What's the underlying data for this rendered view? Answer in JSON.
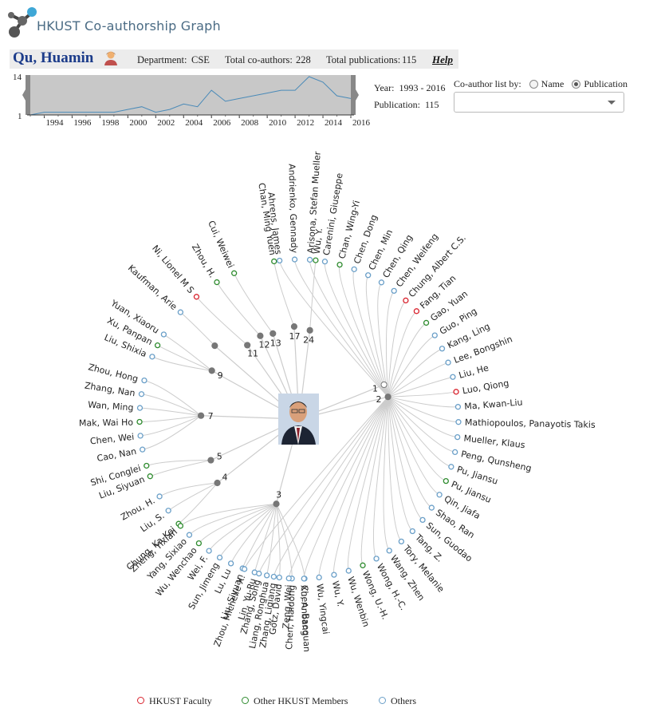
{
  "app": {
    "title": "HKUST Co-authorship Graph"
  },
  "person": {
    "name": "Qu, Huamin",
    "department_label": "Department:",
    "department": "CSE",
    "coauthors_label": "Total co-authors:",
    "coauthors": "228",
    "publications_label": "Total publications:",
    "publications": "115",
    "help": "Help"
  },
  "timeline": {
    "y_top": "14",
    "y_bottom": "1",
    "ticks": [
      "1994",
      "1996",
      "1998",
      "2000",
      "2002",
      "2004",
      "2006",
      "2008",
      "2010",
      "2012",
      "2014",
      "2016"
    ]
  },
  "chart_data": {
    "type": "area",
    "x": [
      1993,
      1994,
      1995,
      1996,
      1997,
      1998,
      1999,
      2000,
      2001,
      2002,
      2003,
      2004,
      2005,
      2006,
      2007,
      2008,
      2009,
      2010,
      2011,
      2012,
      2013,
      2014,
      2015,
      2016
    ],
    "values": [
      0,
      1,
      1,
      1,
      1,
      1,
      1,
      2,
      3,
      1,
      2,
      4,
      3,
      9,
      5,
      6,
      7,
      8,
      9,
      9,
      14,
      12,
      7,
      6
    ],
    "ylim": [
      1,
      14
    ],
    "grid": false
  },
  "summary": {
    "year_label": "Year:",
    "year_range": "1993 - 2016",
    "pub_label": "Publication:",
    "pub_value": "115"
  },
  "sort": {
    "label": "Co-author list by:",
    "options": [
      "Name",
      "Publication"
    ],
    "selected": "Publication"
  },
  "colors": {
    "faculty": "#d9232e",
    "member": "#2e8b2e",
    "other": "#6a9fc8",
    "hub": "#777777",
    "link": "#cccccc"
  },
  "groups": [
    {
      "count": "24",
      "authors": [
        {
          "name": "Wu, Y.",
          "t": "m"
        }
      ]
    },
    {
      "count": "17",
      "authors": [
        {
          "name": "Chan, Ming Yuen",
          "t": "m"
        }
      ]
    },
    {
      "count": "13",
      "authors": [
        {
          "name": "Cui, Weiwei",
          "t": "m"
        }
      ]
    },
    {
      "count": "12",
      "authors": [
        {
          "name": "Zhou, H.",
          "t": "m"
        }
      ]
    },
    {
      "count": "11",
      "authors": [
        {
          "name": "Ni, Lionel M S",
          "t": "f"
        }
      ]
    },
    {
      "count": "",
      "authors": [
        {
          "name": "Kaufman, Arie",
          "t": "o"
        }
      ]
    },
    {
      "count": "9",
      "authors": [
        {
          "name": "Yuan, Xiaoru",
          "t": "o"
        },
        {
          "name": "Xu, Panpan",
          "t": "m"
        },
        {
          "name": "Liu, Shixia",
          "t": "o"
        }
      ]
    },
    {
      "count": "7",
      "authors": [
        {
          "name": "Zhou, Hong",
          "t": "o"
        },
        {
          "name": "Zhang, Nan",
          "t": "o"
        },
        {
          "name": "Wan, Ming",
          "t": "o"
        },
        {
          "name": "Mak, Wai Ho",
          "t": "m"
        },
        {
          "name": "Chen, Wei",
          "t": "o"
        },
        {
          "name": "Cao, Nan",
          "t": "o"
        }
      ]
    },
    {
      "count": "5",
      "authors": [
        {
          "name": "Shi, Conglei",
          "t": "m"
        },
        {
          "name": "Liu, Siyuan",
          "t": "m"
        }
      ]
    },
    {
      "count": "4",
      "authors": [
        {
          "name": "Zhou, H.",
          "t": "o"
        },
        {
          "name": "Liu, S.",
          "t": "o"
        },
        {
          "name": "Chung, Ka-Kei",
          "t": "m"
        }
      ]
    },
    {
      "count": "3",
      "authors": [
        {
          "name": "Zheng, Yixian",
          "t": "m"
        },
        {
          "name": "Yang, Sixiao",
          "t": "o"
        },
        {
          "name": "Wu, Wenchao",
          "t": "m"
        },
        {
          "name": "Wei, F.",
          "t": "o"
        },
        {
          "name": "Sun, Jimeng",
          "t": "o"
        },
        {
          "name": "Lu, Lu",
          "t": "o"
        },
        {
          "name": "Liu, Siyuan",
          "t": "o"
        },
        {
          "name": "Lin, Yu-Ru",
          "t": "o"
        },
        {
          "name": "Liang, Ronghua",
          "t": "o"
        },
        {
          "name": "Gotz, David",
          "t": "o"
        },
        {
          "name": "Chen, Haidong",
          "t": "o"
        },
        {
          "name": "Chen, Baoquan",
          "t": "o"
        }
      ]
    },
    {
      "count": "1",
      "authors": []
    },
    {
      "count": "2",
      "authors": [
        {
          "name": "Ahrens, James",
          "t": "o"
        },
        {
          "name": "Andrienko, Gennady",
          "t": "o"
        },
        {
          "name": "Arisona, Stefan Mueller",
          "t": "o"
        },
        {
          "name": "Carenini, Giuseppe",
          "t": "o"
        },
        {
          "name": "Chan, Wing-Yi",
          "t": "m"
        },
        {
          "name": "Chen, Dong",
          "t": "o"
        },
        {
          "name": "Chen, Min",
          "t": "o"
        },
        {
          "name": "Chen, Qing",
          "t": "o"
        },
        {
          "name": "Chen, Weifeng",
          "t": "o"
        },
        {
          "name": "Chung, Albert C.S.",
          "t": "f"
        },
        {
          "name": "Fang, Tian",
          "t": "f"
        },
        {
          "name": "Gao, Yuan",
          "t": "m"
        },
        {
          "name": "Guo, Ping",
          "t": "o"
        },
        {
          "name": "Kang, Ling",
          "t": "o"
        },
        {
          "name": "Lee, Bongshin",
          "t": "o"
        },
        {
          "name": "Liu, He",
          "t": "o"
        },
        {
          "name": "Luo, Qiong",
          "t": "f"
        },
        {
          "name": "Ma, Kwan-Liu",
          "t": "o"
        },
        {
          "name": "Mathiopoulos, Panayotis Takis",
          "t": "o"
        },
        {
          "name": "Mueller, Klaus",
          "t": "o"
        },
        {
          "name": "Peng, Qunsheng",
          "t": "o"
        },
        {
          "name": "Pu, Jiansu",
          "t": "o"
        },
        {
          "name": "Pu, Jiansu",
          "t": "m"
        },
        {
          "name": "Qin, Jiafa",
          "t": "o"
        },
        {
          "name": "Shao, Ran",
          "t": "o"
        },
        {
          "name": "Sun, Guodao",
          "t": "o"
        },
        {
          "name": "Tang, Z.",
          "t": "o"
        },
        {
          "name": "Tory, Melanie",
          "t": "o"
        },
        {
          "name": "Wang, Zhen",
          "t": "o"
        },
        {
          "name": "Wong, H.-C.",
          "t": "o"
        },
        {
          "name": "Wong, U.-H.",
          "t": "m"
        },
        {
          "name": "Wu, Wenbin",
          "t": "o"
        },
        {
          "name": "Wu, Y.",
          "t": "o"
        },
        {
          "name": "Wu, Yingcai",
          "t": "o"
        },
        {
          "name": "Xu, Anbang",
          "t": "o"
        },
        {
          "name": "Zeng, Wei",
          "t": "o"
        },
        {
          "name": "Zhang, Liqiang",
          "t": "o"
        },
        {
          "name": "Zhang, Song",
          "t": "o"
        },
        {
          "name": "Zhou, Michelle X.",
          "t": "o"
        }
      ]
    }
  ],
  "legend": {
    "faculty": "HKUST Faculty",
    "member": "Other HKUST Members",
    "other": "Others"
  }
}
